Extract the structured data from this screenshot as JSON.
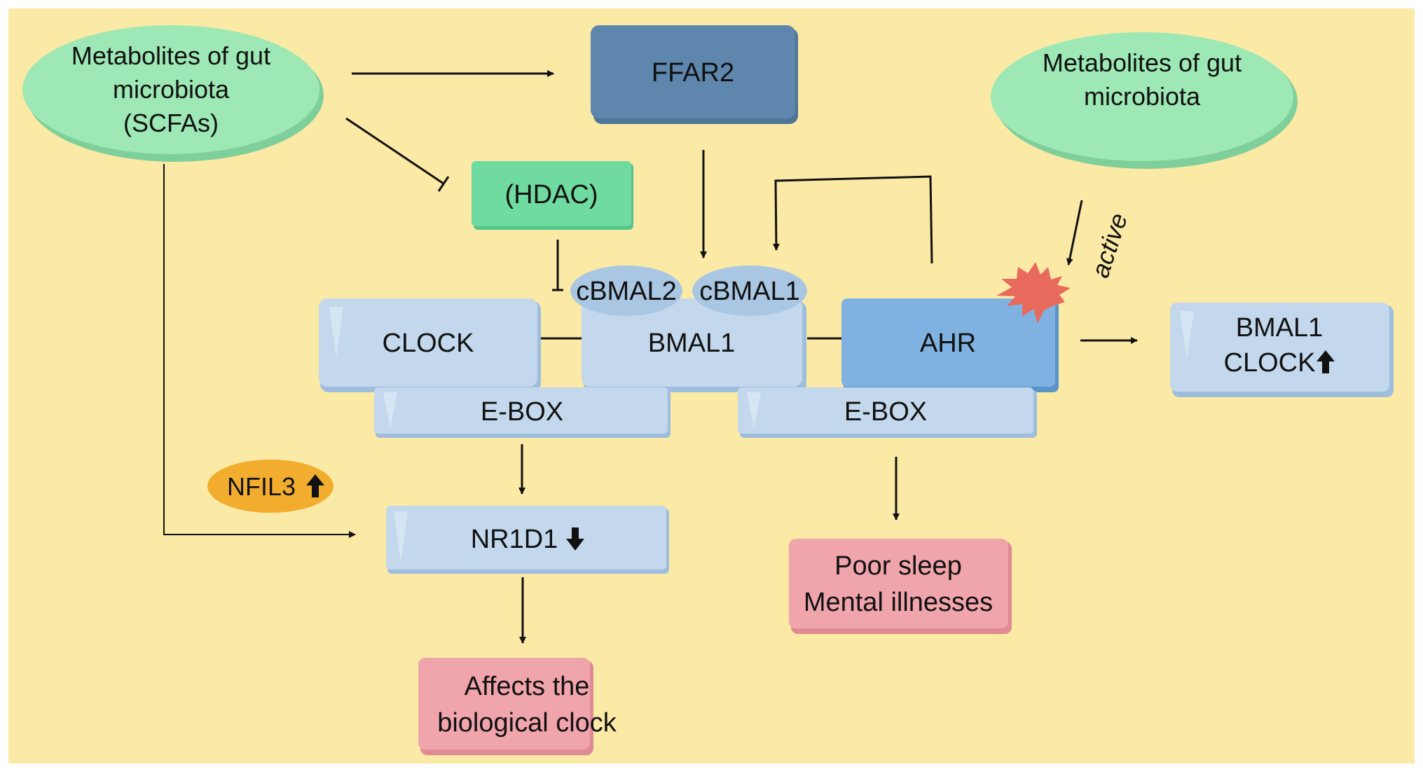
{
  "colors": {
    "background": "#fbe9a6",
    "ellipse_green": "#9de8b5",
    "ffar2_blue": "#5f87ad",
    "hdac_green": "#6fdba0",
    "box_light_blue": "#c3d8ec",
    "ahr_blue": "#7fb2e0",
    "outcome_pink": "#f0a4ac",
    "nfil3_orange": "#f2ad2f",
    "star_red": "#e86a5c",
    "arrow": "#111111"
  },
  "nodes": {
    "scfa_metabolites": {
      "lines": [
        "Metabolites of gut",
        "microbiota",
        "(SCFAs)"
      ]
    },
    "ffar2": {
      "label": "FFAR2"
    },
    "right_metabolites": {
      "lines": [
        "Metabolites of gut",
        "microbiota"
      ]
    },
    "hdac": {
      "label": "(HDAC)"
    },
    "cbmal2": {
      "label": "cBMAL2"
    },
    "cbmal1": {
      "label": "cBMAL1"
    },
    "clock": {
      "label": "CLOCK"
    },
    "bmal1": {
      "label": "BMAL1"
    },
    "ahr": {
      "label": "AHR"
    },
    "ebox_left": {
      "label": "E-BOX"
    },
    "ebox_right": {
      "label": "E-BOX"
    },
    "bmal1_clock_up": {
      "lines": [
        "BMAL1",
        "CLOCK"
      ],
      "indicator": "up-arrow"
    },
    "nfil3": {
      "label": "NFIL3",
      "indicator": "up-arrow"
    },
    "nr1d1": {
      "label": "NR1D1",
      "indicator": "down-arrow"
    },
    "biological_clock": {
      "lines": [
        "Affects the",
        "biological clock"
      ]
    },
    "poor_sleep": {
      "lines": [
        "Poor sleep",
        "Mental illnesses"
      ]
    }
  },
  "edges": {
    "active_label": "active"
  }
}
